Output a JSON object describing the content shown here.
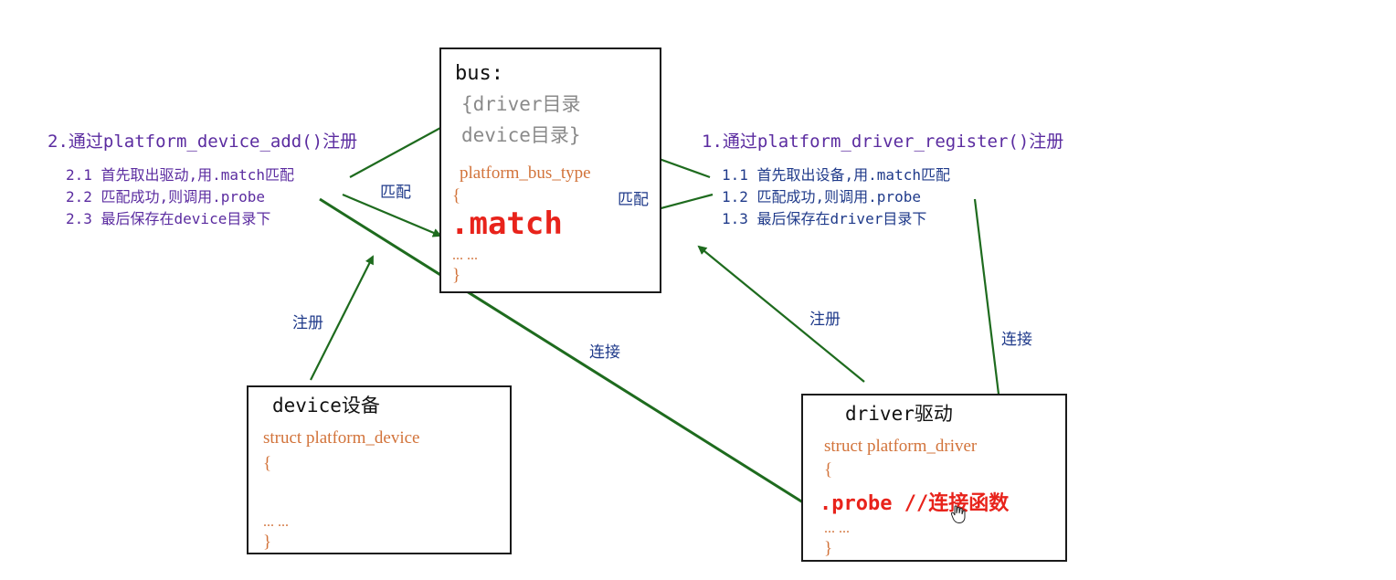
{
  "bus_box": {
    "title": "bus:",
    "dir_line1": "{driver目录",
    "dir_line2": "device目录}",
    "type_name": "platform_bus_type",
    "open_brace": "{",
    "match": ".match",
    "ellipsis": "... ...",
    "close_brace": "}"
  },
  "left_steps": {
    "heading": "2.通过platform_device_add()注册",
    "step1": "2.1 首先取出驱动,用.match匹配",
    "step2": "2.2 匹配成功,则调用.probe",
    "step3": "2.3 最后保存在device目录下"
  },
  "right_steps": {
    "heading": "1.通过platform_driver_register()注册",
    "step1": "1.1 首先取出设备,用.match匹配",
    "step2": "1.2 匹配成功,则调用.probe",
    "step3": "1.3 最后保存在driver目录下"
  },
  "device_box": {
    "title": "device设备",
    "struct_line": "struct platform_device",
    "open_brace": "{",
    "ellipsis": "... ...",
    "close_brace": "}"
  },
  "driver_box": {
    "title": "driver驱动",
    "struct_line": "struct platform_driver",
    "open_brace": "{",
    "probe_line": ".probe  //连接函数",
    "ellipsis": "... ...",
    "close_brace": "}"
  },
  "arrow_labels": {
    "match_left": "匹配",
    "match_right": "匹配",
    "register_left": "注册",
    "register_right": "注册",
    "connect_middle": "连接",
    "connect_right": "连接"
  },
  "colors": {
    "arrow": "#1e6b1e",
    "heading": "#5b2ca0",
    "label": "#1f3a8a",
    "code": "#d2733a",
    "highlight": "#e8231b"
  }
}
